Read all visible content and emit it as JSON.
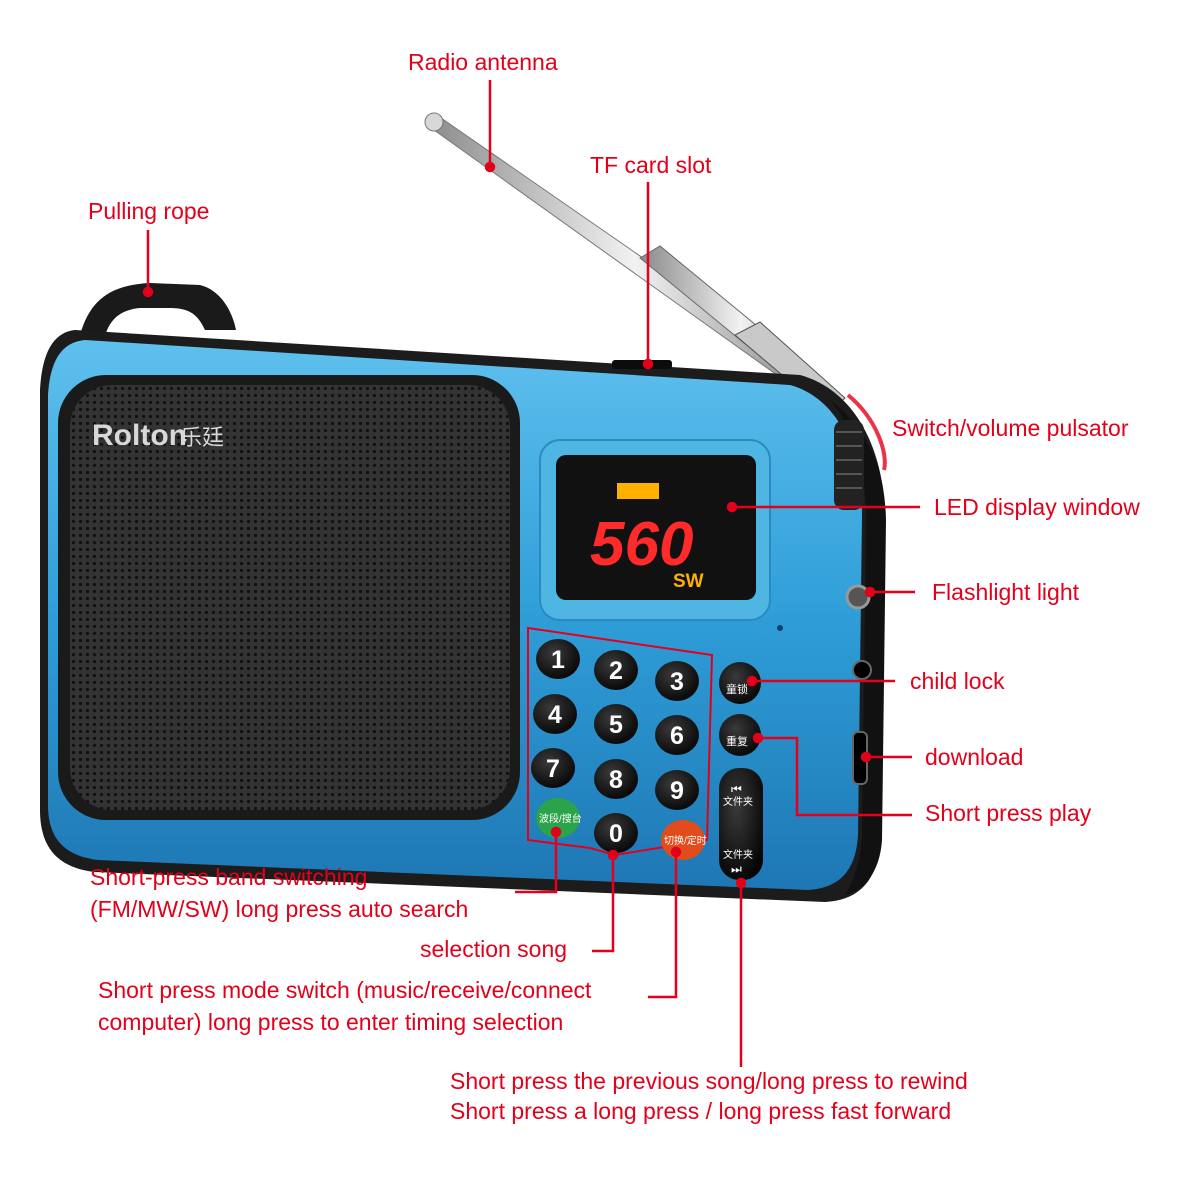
{
  "colors": {
    "callout_red": "#e3001b",
    "body_blue": "#2f9ed8",
    "body_blue_dark": "#1e77b4",
    "bezel_black": "#1c1c1c",
    "speaker_grey": "#2a2a2a",
    "led_red": "#ff2a2a",
    "band_yellow": "#ffb000",
    "button_green": "#2aa34a",
    "button_red": "#e24b1b"
  },
  "device": {
    "brand": "Rolton",
    "brand_cn": "乐廷",
    "display_digits": "560",
    "display_band": "SW",
    "keys": [
      "1",
      "2",
      "3",
      "4",
      "5",
      "6",
      "7",
      "8",
      "9",
      "0"
    ],
    "child_lock_label": "童锁",
    "repeat_label": "重复",
    "folder_prev_label": "文件夹",
    "folder_next_label": "文件夹",
    "band_key_label": "波段/搜台",
    "mode_key_label": "切换/定时"
  },
  "callouts": {
    "radio_antenna": "Radio antenna",
    "tf_card_slot": "TF card slot",
    "pulling_rope": "Pulling rope",
    "volume_pulsator": "Switch/volume pulsator",
    "led_display": "LED display window",
    "flashlight": "Flashlight light",
    "child_lock": "child lock",
    "download": "download",
    "short_press_play": "Short press play",
    "band_switch_line1": "Short-press band switching",
    "band_switch_line2": "(FM/MW/SW) long press auto search",
    "selection_song": "selection song",
    "mode_switch_line1": "Short press mode switch (music/receive/connect",
    "mode_switch_line2": "computer) long press to enter timing selection",
    "prev_next_line1": "Short press the previous song/long press to rewind",
    "prev_next_line2": "Short press a long press / long press fast forward"
  }
}
